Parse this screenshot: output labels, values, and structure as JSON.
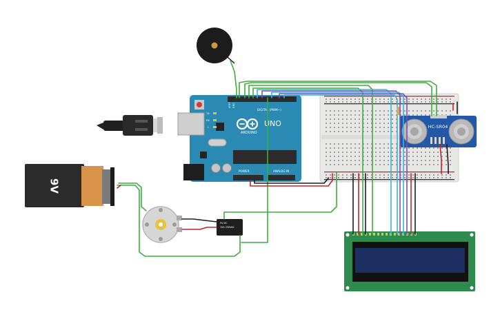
{
  "battery": {
    "label": "9V"
  },
  "arduino": {
    "logo": "ARDUINO",
    "model": "UNO",
    "digital_label": "DIGITAL (PWM~)",
    "power_label": "POWER",
    "analog_label": "ANALOG IN",
    "aref": "AREF",
    "gnd": "GND",
    "tx": "TX",
    "rx": "RX",
    "led_l": "L",
    "led_on": "ON"
  },
  "ultrasonic": {
    "label": "HC-SR04"
  },
  "relay": {
    "line1": "5V DC",
    "line2": "10A 250VAC"
  },
  "colors": {
    "board": "#2a8ab4",
    "breadboard": "#e8e8e6",
    "lcd_pcb": "#2e8b4e",
    "lcd_screen": "#1d2e62",
    "battery_body": "#2b2b2b",
    "battery_label": "#d9924a",
    "sensor_pcb": "#2357a8",
    "wire_green": "#3dae3d",
    "wire_red": "#c8202a",
    "wire_black": "#1a1a1a"
  }
}
